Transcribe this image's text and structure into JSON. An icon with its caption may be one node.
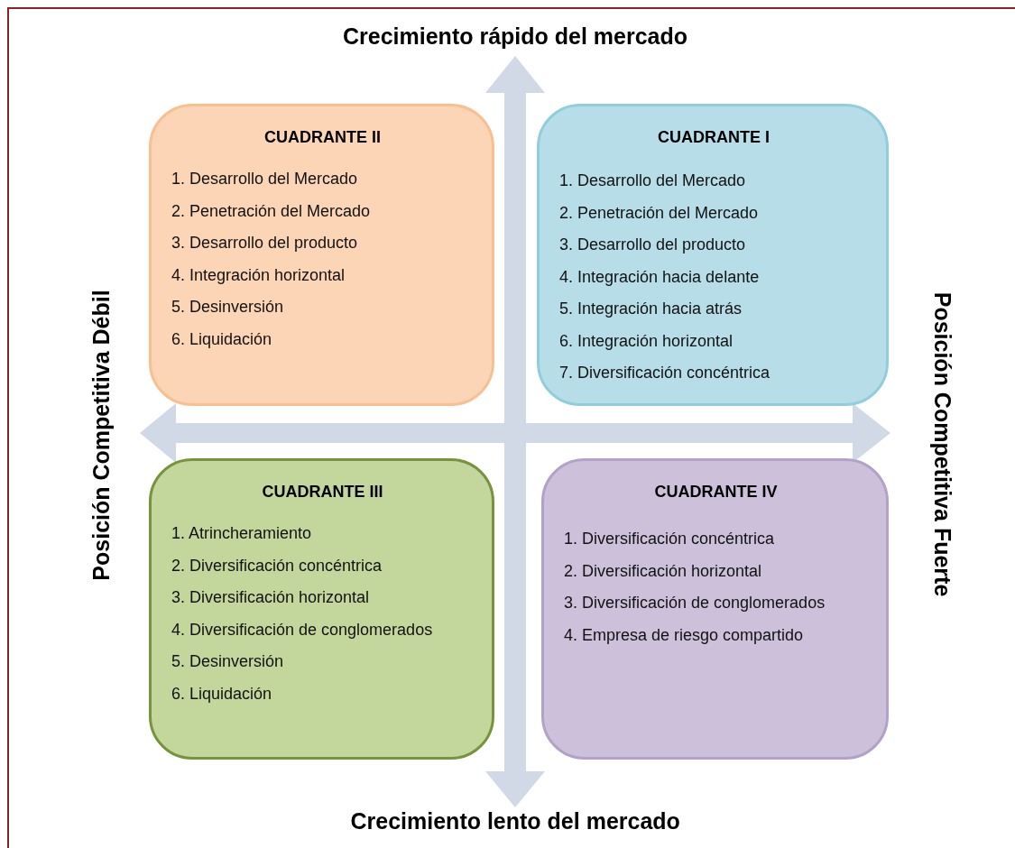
{
  "diagram": {
    "nodes": [
      {
        "text": [
          "CUADRANTE II",
          "1. Desarrollo del Mercado",
          "2. Penetración del Mercado",
          "3. Desarrollo del producto",
          "4. Integración horizontal",
          "5. Desinversión",
          "6. Liquidación"
        ]
      },
      {
        "text": [
          "CUADRANTE I",
          "1. Desarrollo del Mercado",
          "2. Penetración del Mercado",
          "3. Desarrollo del producto",
          "4. Integración hacia delante",
          "5. Integración hacia atrás",
          "6. Integración horizontal",
          "7. Diversificación concéntrica"
        ]
      },
      {
        "text": [
          "CUADRANTE III",
          "1. Atrincheramiento",
          "2. Diversificación concéntrica",
          "3. Diversificación horizontal",
          "4. Diversificación de conglomerados",
          "5. Desinversión",
          "6. Liquidación"
        ]
      },
      {
        "text": [
          "CUADRANTE IV",
          "1. Diversificación concéntrica",
          "2. Diversificación horizontal",
          "3. Diversificación de conglomerados",
          "4. Empresa de riesgo compartido"
        ]
      }
    ],
    "edges": [],
    "labels": [
      "Crecimiento rápido del mercado",
      "Posición Competitiva Débil",
      "Posición Competitiva Fuerte",
      "Crecimiento lento del mercado"
    ]
  }
}
